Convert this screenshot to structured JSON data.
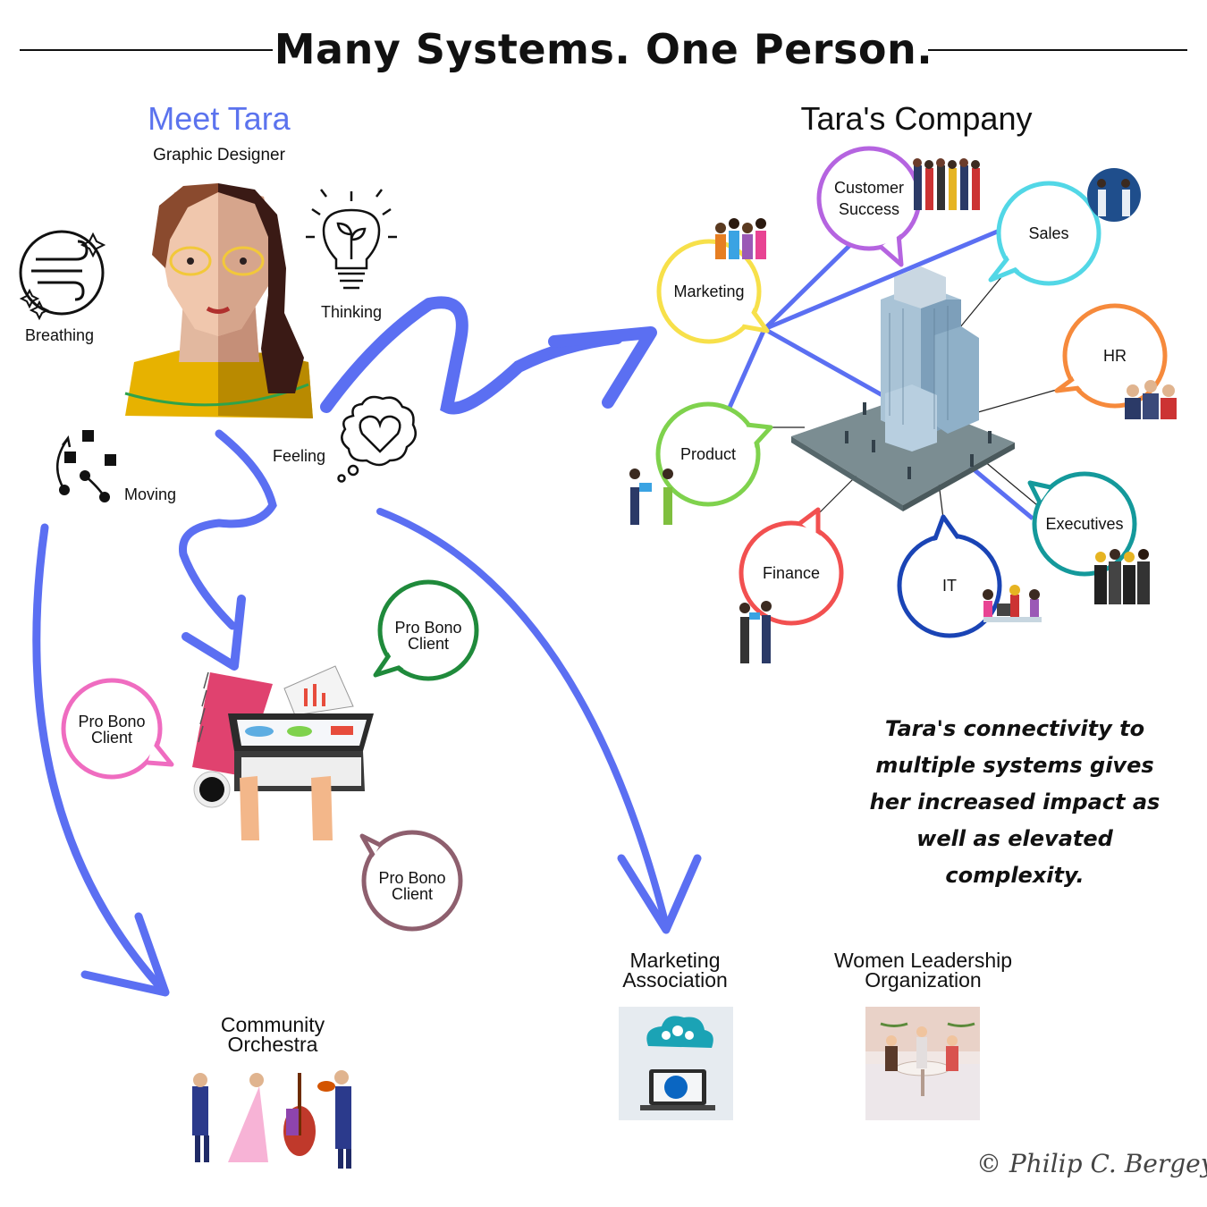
{
  "title": "Many Systems. One Person.",
  "tara": {
    "name": "Meet Tara",
    "role": "Graphic Designer",
    "aspects": {
      "breathing": "Breathing",
      "thinking": "Thinking",
      "feeling": "Feeling",
      "moving": "Moving"
    }
  },
  "company": {
    "title": "Tara's Company",
    "departments": {
      "customer_success": "Customer Success",
      "marketing": "Marketing",
      "sales": "Sales",
      "hr": "HR",
      "product": "Product",
      "executives": "Executives",
      "finance": "Finance",
      "it": "IT"
    }
  },
  "clients": {
    "pro_bono_1": "Pro Bono Client",
    "pro_bono_2": "Pro Bono Client",
    "pro_bono_3": "Pro Bono Client"
  },
  "organizations": {
    "orchestra": "Community Orchestra",
    "marketing_association": "Marketing Association",
    "women_leadership": "Women Leadership Organization"
  },
  "quote": "Tara's connectivity to multiple systems gives her increased impact as well as elevated complexity.",
  "copyright": "© Philip C. Bergey",
  "colors": {
    "arrow": "#5b6ff2",
    "marketing": "#f7e04a",
    "customer_success": "#b564e0",
    "sales": "#52d7e6",
    "hr": "#f68a3c",
    "product": "#7fd24d",
    "executives": "#14999b",
    "finance": "#f25050",
    "it": "#1a44b5",
    "pro_bono_pink": "#ef6cc0",
    "pro_bono_green": "#1f8a3b",
    "pro_bono_mauve": "#8e5f6e"
  }
}
